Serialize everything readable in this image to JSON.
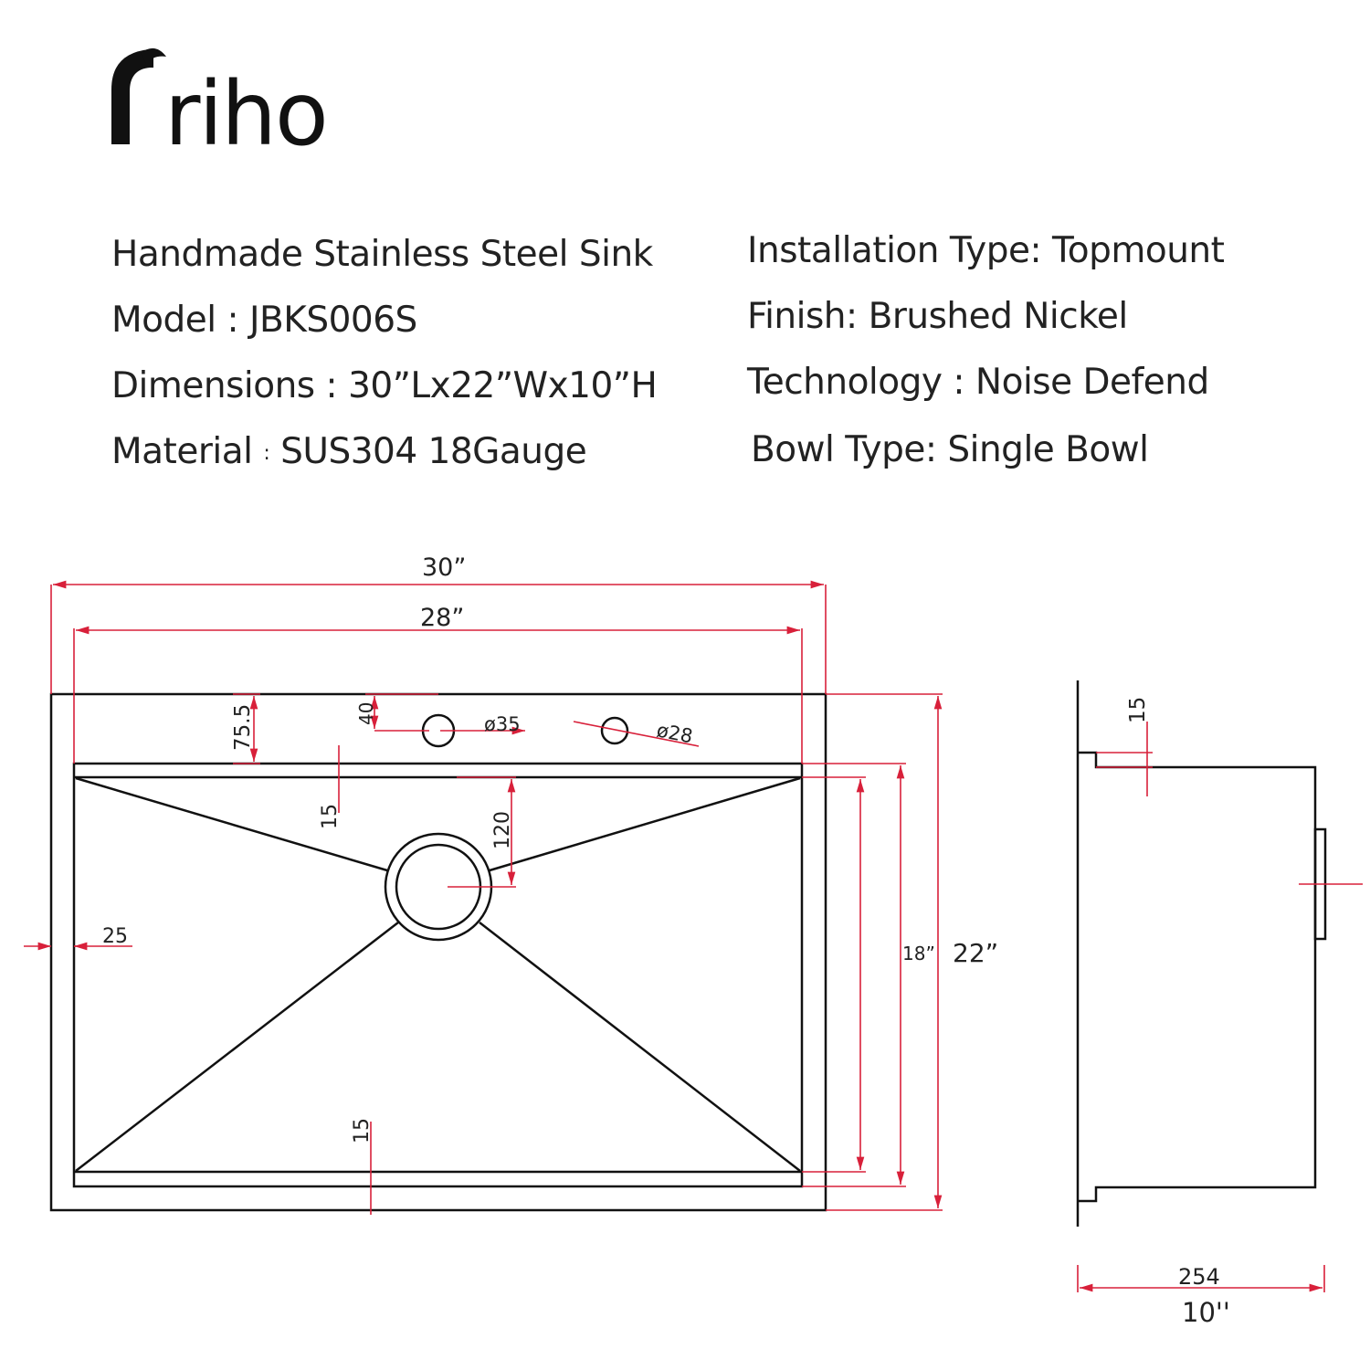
{
  "brand": {
    "name": "riho",
    "logo_lead": "f"
  },
  "specs_left": [
    {
      "label": "Handmade Stainless Steel Sink",
      "value": ""
    },
    {
      "label": "Model :  ",
      "value": "JBKS006S"
    },
    {
      "label": "Dimensions : ",
      "value": "30”Lx22”Wx10”H"
    },
    {
      "label": "Material ",
      "sep": ":",
      "value": " SUS304   18Gauge"
    }
  ],
  "specs_right": [
    {
      "label": "Installation Type: ",
      "value": "Topmount"
    },
    {
      "label": "Finish:  ",
      "value": "Brushed Nickel"
    },
    {
      "label": "Technology : ",
      "value": "Noise Defend"
    },
    {
      "label": "Bowl Type: ",
      "value": "Single Bowl"
    }
  ],
  "dimensions": {
    "overall_length": "30”",
    "bowl_length": "28”",
    "deck_depth": "75.5",
    "faucet_offset": "40",
    "faucet_hole": "ø35",
    "accessory_hole": "ø28",
    "top_ledge": "15",
    "drain_offset": "120",
    "side_margin": "25",
    "bottom_ledge": "15",
    "bowl_width": "18”",
    "overall_width": "22”",
    "side_flange": "15",
    "depth_mm": "254",
    "depth_in": "10''"
  },
  "colors": {
    "outline": "#111111",
    "dimension": "#d8203a"
  }
}
